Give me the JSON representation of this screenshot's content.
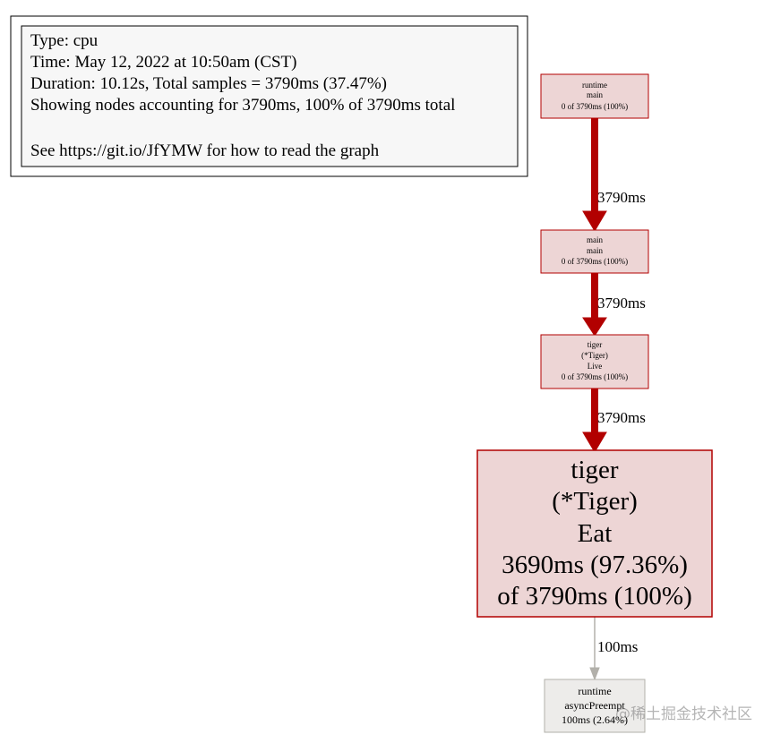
{
  "legend": {
    "lines": [
      "Type: cpu",
      "Time: May 12, 2022 at 10:50am (CST)",
      "Duration: 10.12s, Total samples = 3790ms (37.47%)",
      "Showing nodes accounting for 3790ms, 100% of 3790ms total",
      "",
      "See https://git.io/JfYMW for how to read the graph"
    ]
  },
  "nodes": [
    {
      "id": "runtime_main",
      "lines": [
        "runtime",
        "main",
        "0 of 3790ms (100%)"
      ]
    },
    {
      "id": "main_main",
      "lines": [
        "main",
        "main",
        "0 of 3790ms (100%)"
      ]
    },
    {
      "id": "tiger_live",
      "lines": [
        "tiger",
        "(*Tiger)",
        "Live",
        "0 of 3790ms (100%)"
      ]
    },
    {
      "id": "tiger_eat",
      "lines": [
        "tiger",
        "(*Tiger)",
        "Eat",
        "3690ms (97.36%)",
        "of 3790ms (100%)"
      ]
    },
    {
      "id": "runtime_async",
      "lines": [
        "runtime",
        "asyncPreempt",
        "100ms (2.64%)"
      ]
    }
  ],
  "edges": [
    {
      "from": "runtime_main",
      "to": "main_main",
      "label": "3790ms"
    },
    {
      "from": "main_main",
      "to": "tiger_live",
      "label": "3790ms"
    },
    {
      "from": "tiger_live",
      "to": "tiger_eat",
      "label": "3790ms"
    },
    {
      "from": "tiger_eat",
      "to": "runtime_async",
      "label": "100ms"
    }
  ],
  "colors": {
    "hot_fill": "#edd5d5",
    "hot_border": "#b20000",
    "cold_fill": "#edecea",
    "cold_border": "#b2b0aa",
    "legend_fill": "#f7f7f7"
  },
  "watermark": "@稀土掘金技术社区"
}
